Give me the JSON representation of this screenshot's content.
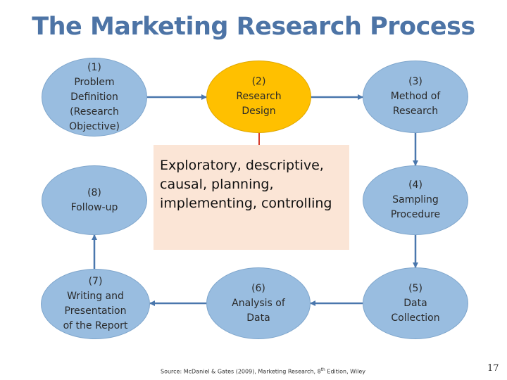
{
  "title": "The Marketing Research Process",
  "steps": [
    {
      "id": "1",
      "label": "(1)\nProblem\nDefinition\n(Research\nObjective)"
    },
    {
      "id": "2",
      "label": "(2)\nResearch\nDesign"
    },
    {
      "id": "3",
      "label": "(3)\nMethod of\nResearch"
    },
    {
      "id": "4",
      "label": "(4)\nSampling\nProcedure"
    },
    {
      "id": "5",
      "label": "(5)\nData\nCollection"
    },
    {
      "id": "6",
      "label": "(6)\nAnalysis of\nData"
    },
    {
      "id": "7",
      "label": "(7)\nWriting and\nPresentation\nof the Report"
    },
    {
      "id": "8",
      "label": "(8)\nFollow-up"
    }
  ],
  "callout": {
    "text": "Exploratory, descriptive, causal, planning, implementing, controlling"
  },
  "source": {
    "prefix": "Source: McDaniel  & Gates (2009), Marketing Research, 8",
    "superscript": "th",
    "suffix": "  Edition, Wiley"
  },
  "page_number": "17",
  "colors": {
    "node_fill": "#99bde0",
    "highlight_fill": "#ffc000",
    "callout_fill": "#fbe5d6",
    "arrow": "#4a77ad",
    "connector": "#d63a2a",
    "title": "#4d74a6"
  }
}
